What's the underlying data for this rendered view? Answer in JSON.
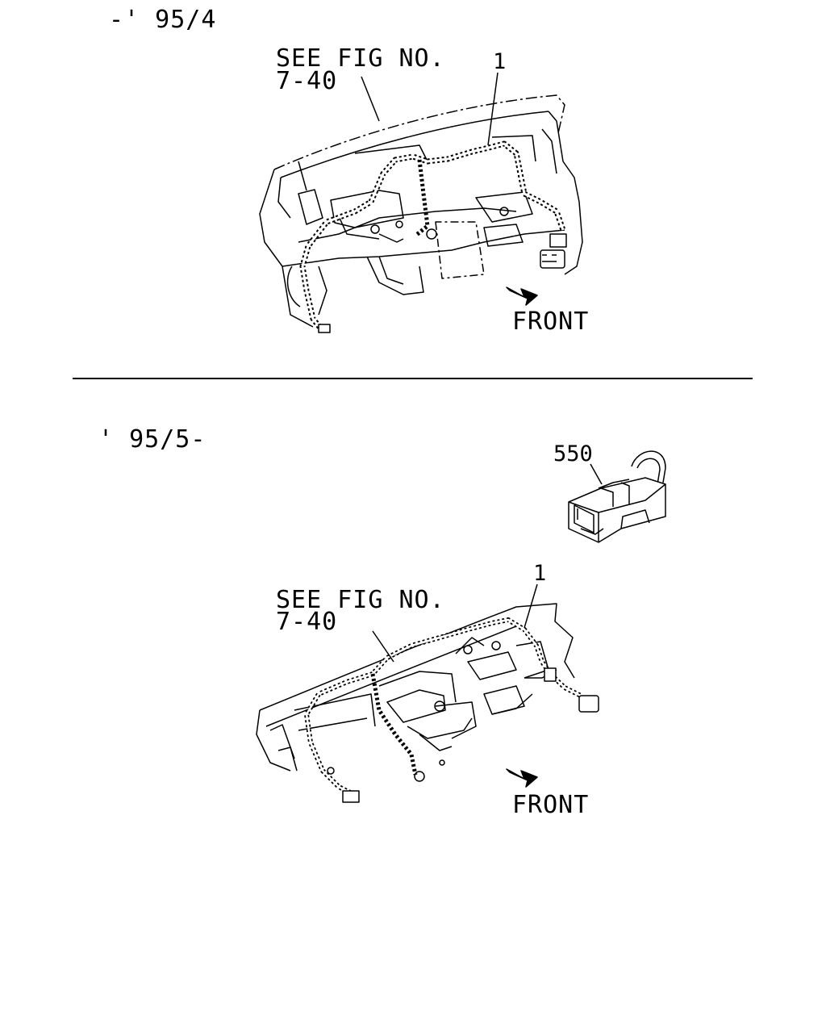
{
  "top_section": {
    "range_label": "-' 95/4",
    "see_fig_line1": "SEE FIG NO.",
    "see_fig_line2": "7-40",
    "callout_1": "1",
    "front_label": "FRONT"
  },
  "bottom_section": {
    "range_label": "' 95/5-",
    "see_fig_line1": "SEE FIG NO.",
    "see_fig_line2": "7-40",
    "callout_1": "1",
    "callout_550": "550",
    "front_label": "FRONT"
  }
}
